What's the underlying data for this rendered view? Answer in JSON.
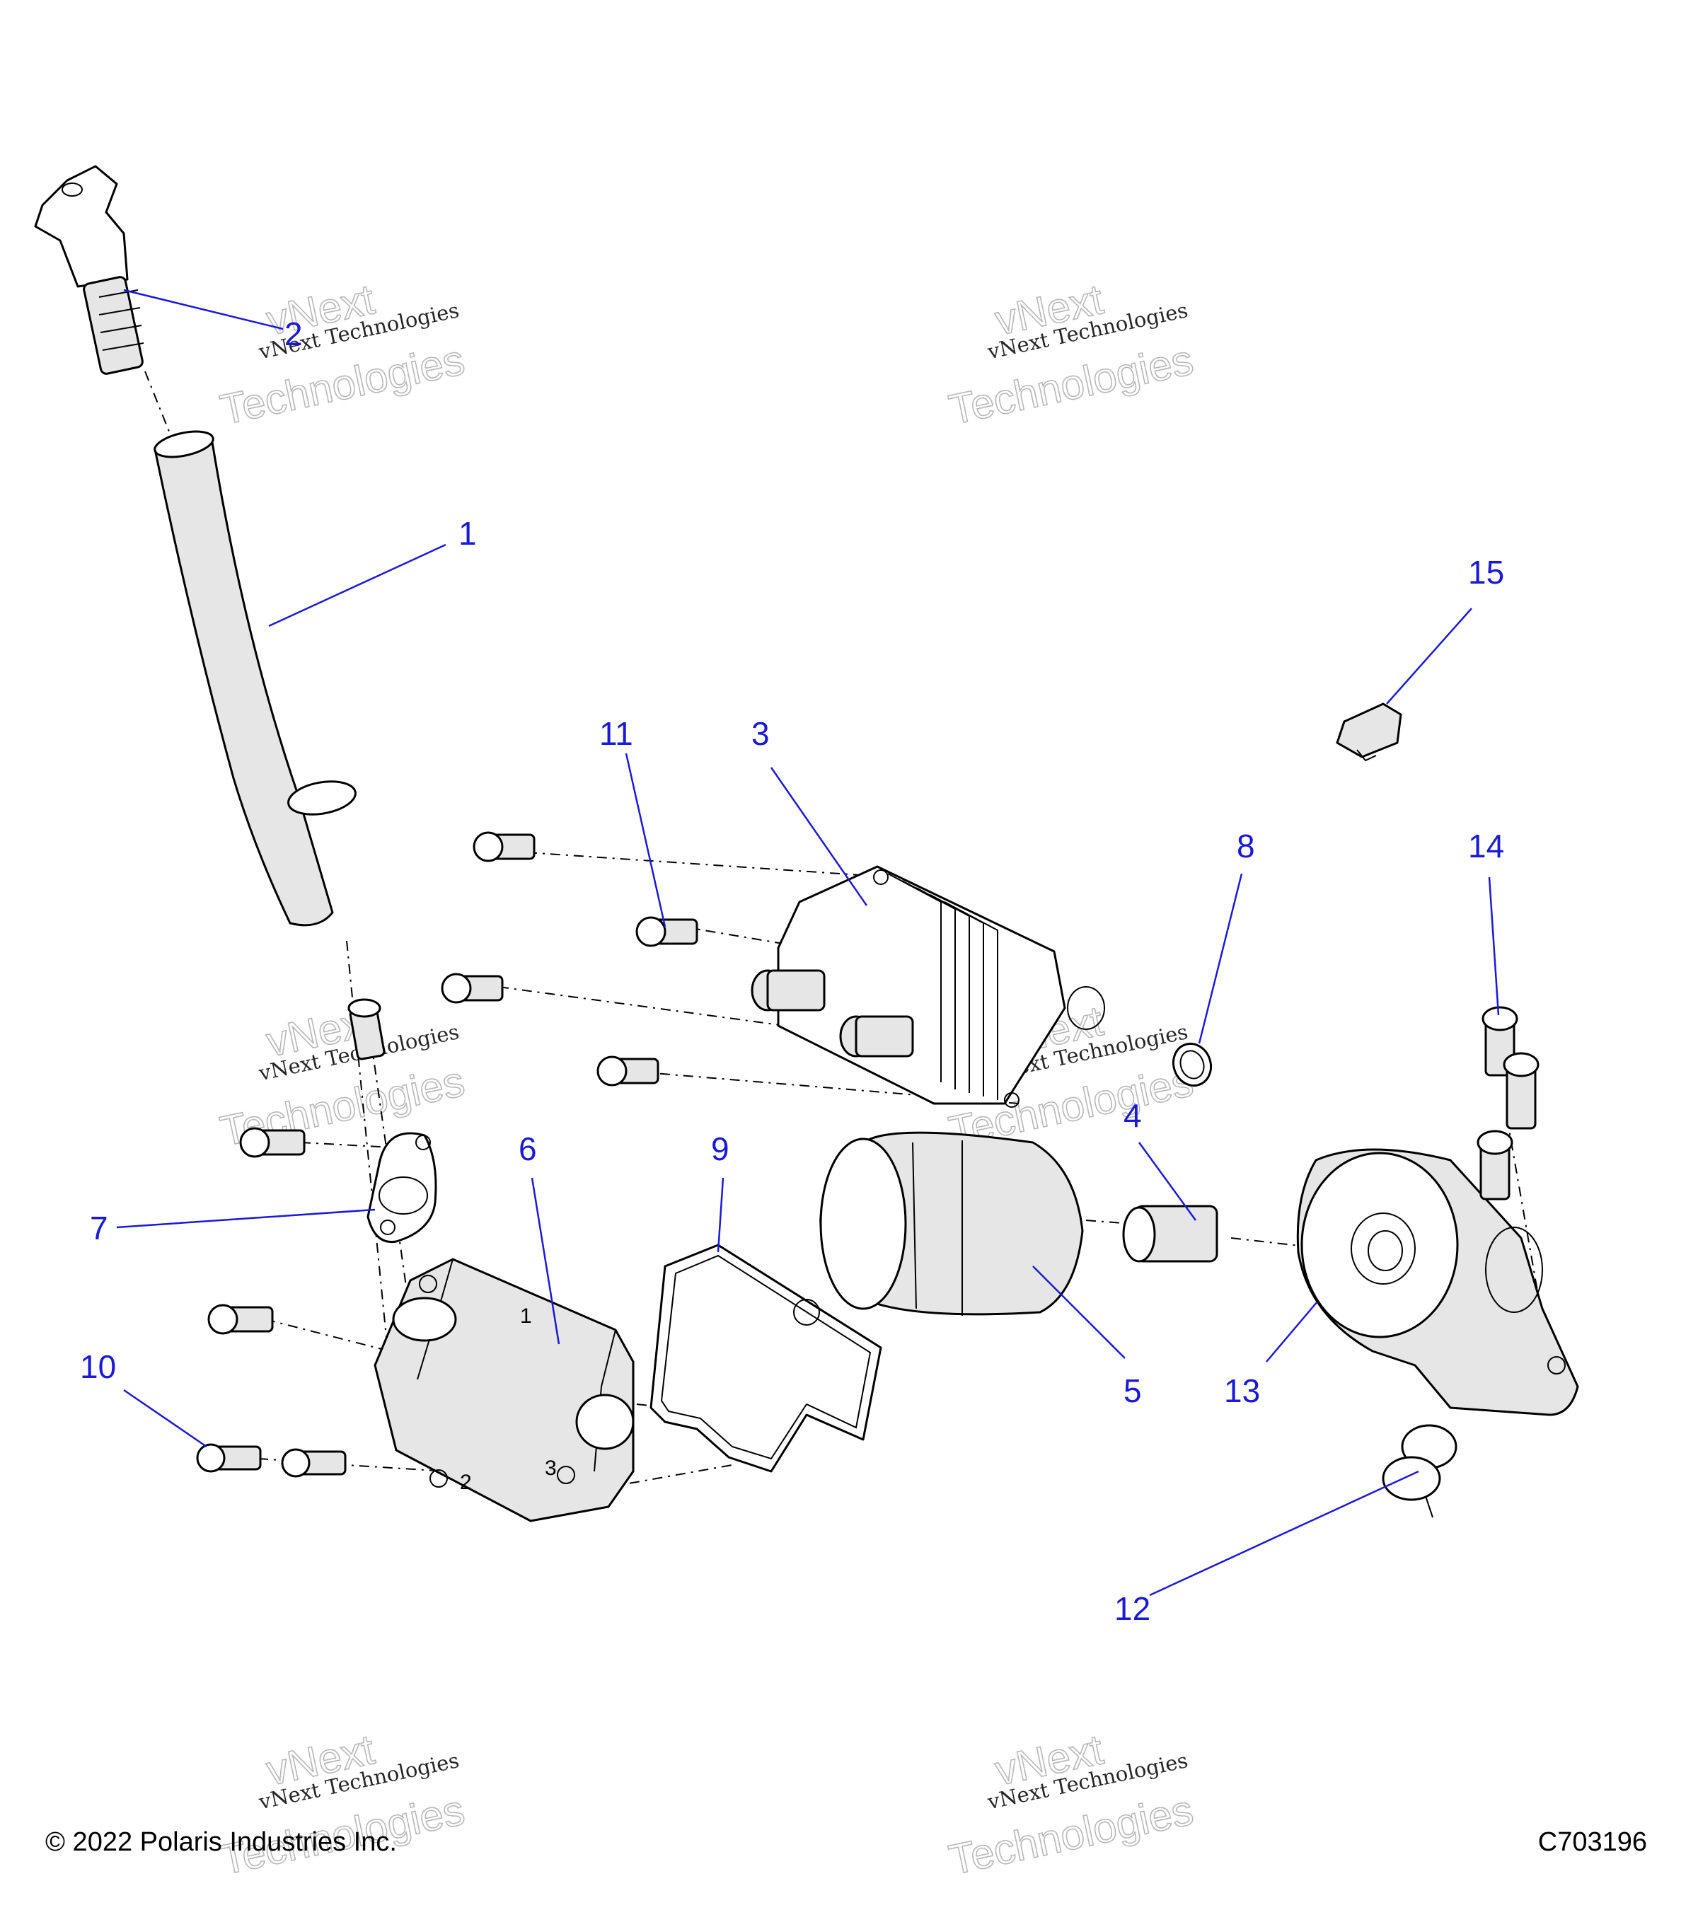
{
  "callouts": [
    "1",
    "2",
    "3",
    "4",
    "5",
    "6",
    "7",
    "8",
    "9",
    "10",
    "11",
    "12",
    "13",
    "14",
    "15"
  ],
  "watermark": {
    "line1": "vNext",
    "line2": "Technologies",
    "small": "vNext Technologies"
  },
  "footer": {
    "copyright": "© 2022 Polaris Industries Inc.",
    "drawing_id": "C703196"
  },
  "colors": {
    "callout": "#1a1ad6",
    "line": "#000000",
    "shade": "#e6e6e6"
  }
}
